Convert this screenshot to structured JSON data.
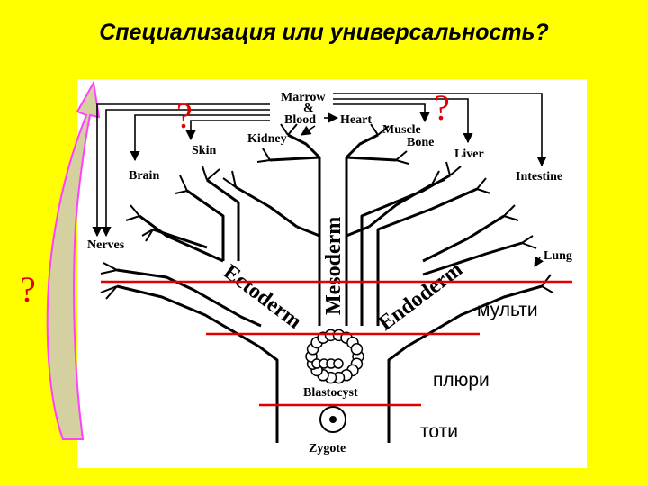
{
  "title": "Специализация или универсальность?",
  "question_mark": "?",
  "tissues": {
    "marrow": "Marrow",
    "amp": "&",
    "blood": "Blood",
    "heart": "Heart",
    "kidney": "Kidney",
    "muscle": "Muscle",
    "bone": "Bone",
    "skin": "Skin",
    "liver": "Liver",
    "brain": "Brain",
    "intestine": "Intestine",
    "nerves": "Nerves",
    "lung": "Lung"
  },
  "germ_layers": {
    "ectoderm": "Ectoderm",
    "mesoderm": "Mesoderm",
    "endoderm": "Endoderm"
  },
  "stages": {
    "blastocyst": "Blastocyst",
    "zygote": "Zygote"
  },
  "potency": {
    "multi": "мульти",
    "pluri": "плюри",
    "toti": "тоти"
  },
  "colors": {
    "background": "#FFFF00",
    "level_lines": "#e00000",
    "question_marks": "#e00000",
    "arrow_fill": "#d4d0a0",
    "arrow_outline": "#ff40ff"
  }
}
